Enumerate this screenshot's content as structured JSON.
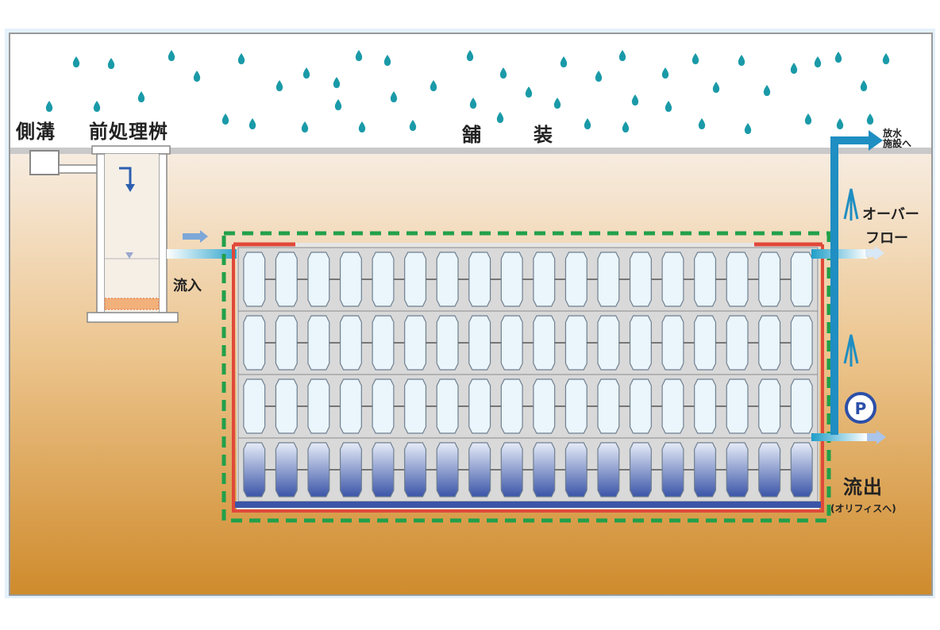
{
  "labels": {
    "sokkou": "側溝",
    "zenshori": "前処理桝",
    "hosou_1": "舗",
    "hosou_2": "装",
    "houryu_line1": "放水",
    "houryu_line2": "施設へ",
    "overflow_line1": "オーバー",
    "overflow_line2": "フロー",
    "ryunyu": "流入",
    "ryushutsu": "流出",
    "orifice": "(オリフィスへ)",
    "pump": "P"
  },
  "colors": {
    "background": "#e8f4fb",
    "sky": "#ffffff",
    "soil_top": "#f6e9d7",
    "soil_bottom": "#cf8b2c",
    "rain": "#1a9aa8",
    "pipe": "#1f8ec2",
    "arrow_blue": "#2c5fb0",
    "geotextile": "#22a04a",
    "sheet": "#e0483a",
    "water": "#3b55a8"
  },
  "icons": [
    "rain-drop-icon",
    "down-arrow-icon",
    "right-arrow-icon",
    "up-arrow-icon",
    "pump-icon"
  ]
}
